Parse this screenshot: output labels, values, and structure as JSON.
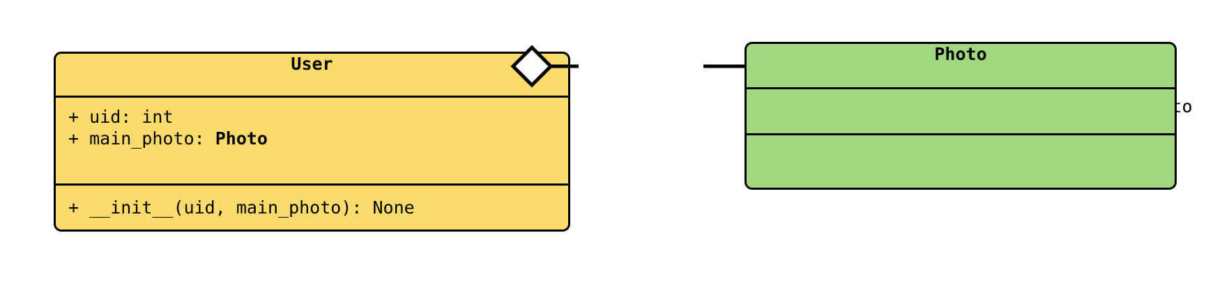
{
  "diagram": {
    "type": "uml-class-diagram",
    "background_color": "#ffffff",
    "border_color": "#000000"
  },
  "classes": [
    {
      "id": "user",
      "name": "User",
      "fill_color": "#FCDB6D",
      "attributes": [
        {
          "visibility": "+",
          "text": "+ uid: int",
          "prefix": "+ uid: int",
          "type_ref": ""
        },
        {
          "visibility": "+",
          "text": "+ main_photo: Photo",
          "prefix": "+ main_photo: ",
          "type_ref": "Photo"
        }
      ],
      "methods": [
        {
          "visibility": "+",
          "text": "+ __init__(uid, main_photo): None",
          "prefix": "+ __init__(uid, main_photo): None",
          "type_ref": ""
        }
      ]
    },
    {
      "id": "photo",
      "name": "Photo",
      "fill_color": "#A0D780",
      "attributes": [],
      "methods": []
    }
  ],
  "association": {
    "label": "main_photo",
    "kind": "aggregation",
    "source": "User",
    "target": "Photo",
    "diamond_fill": "#ffffff",
    "line_color": "#000000"
  }
}
